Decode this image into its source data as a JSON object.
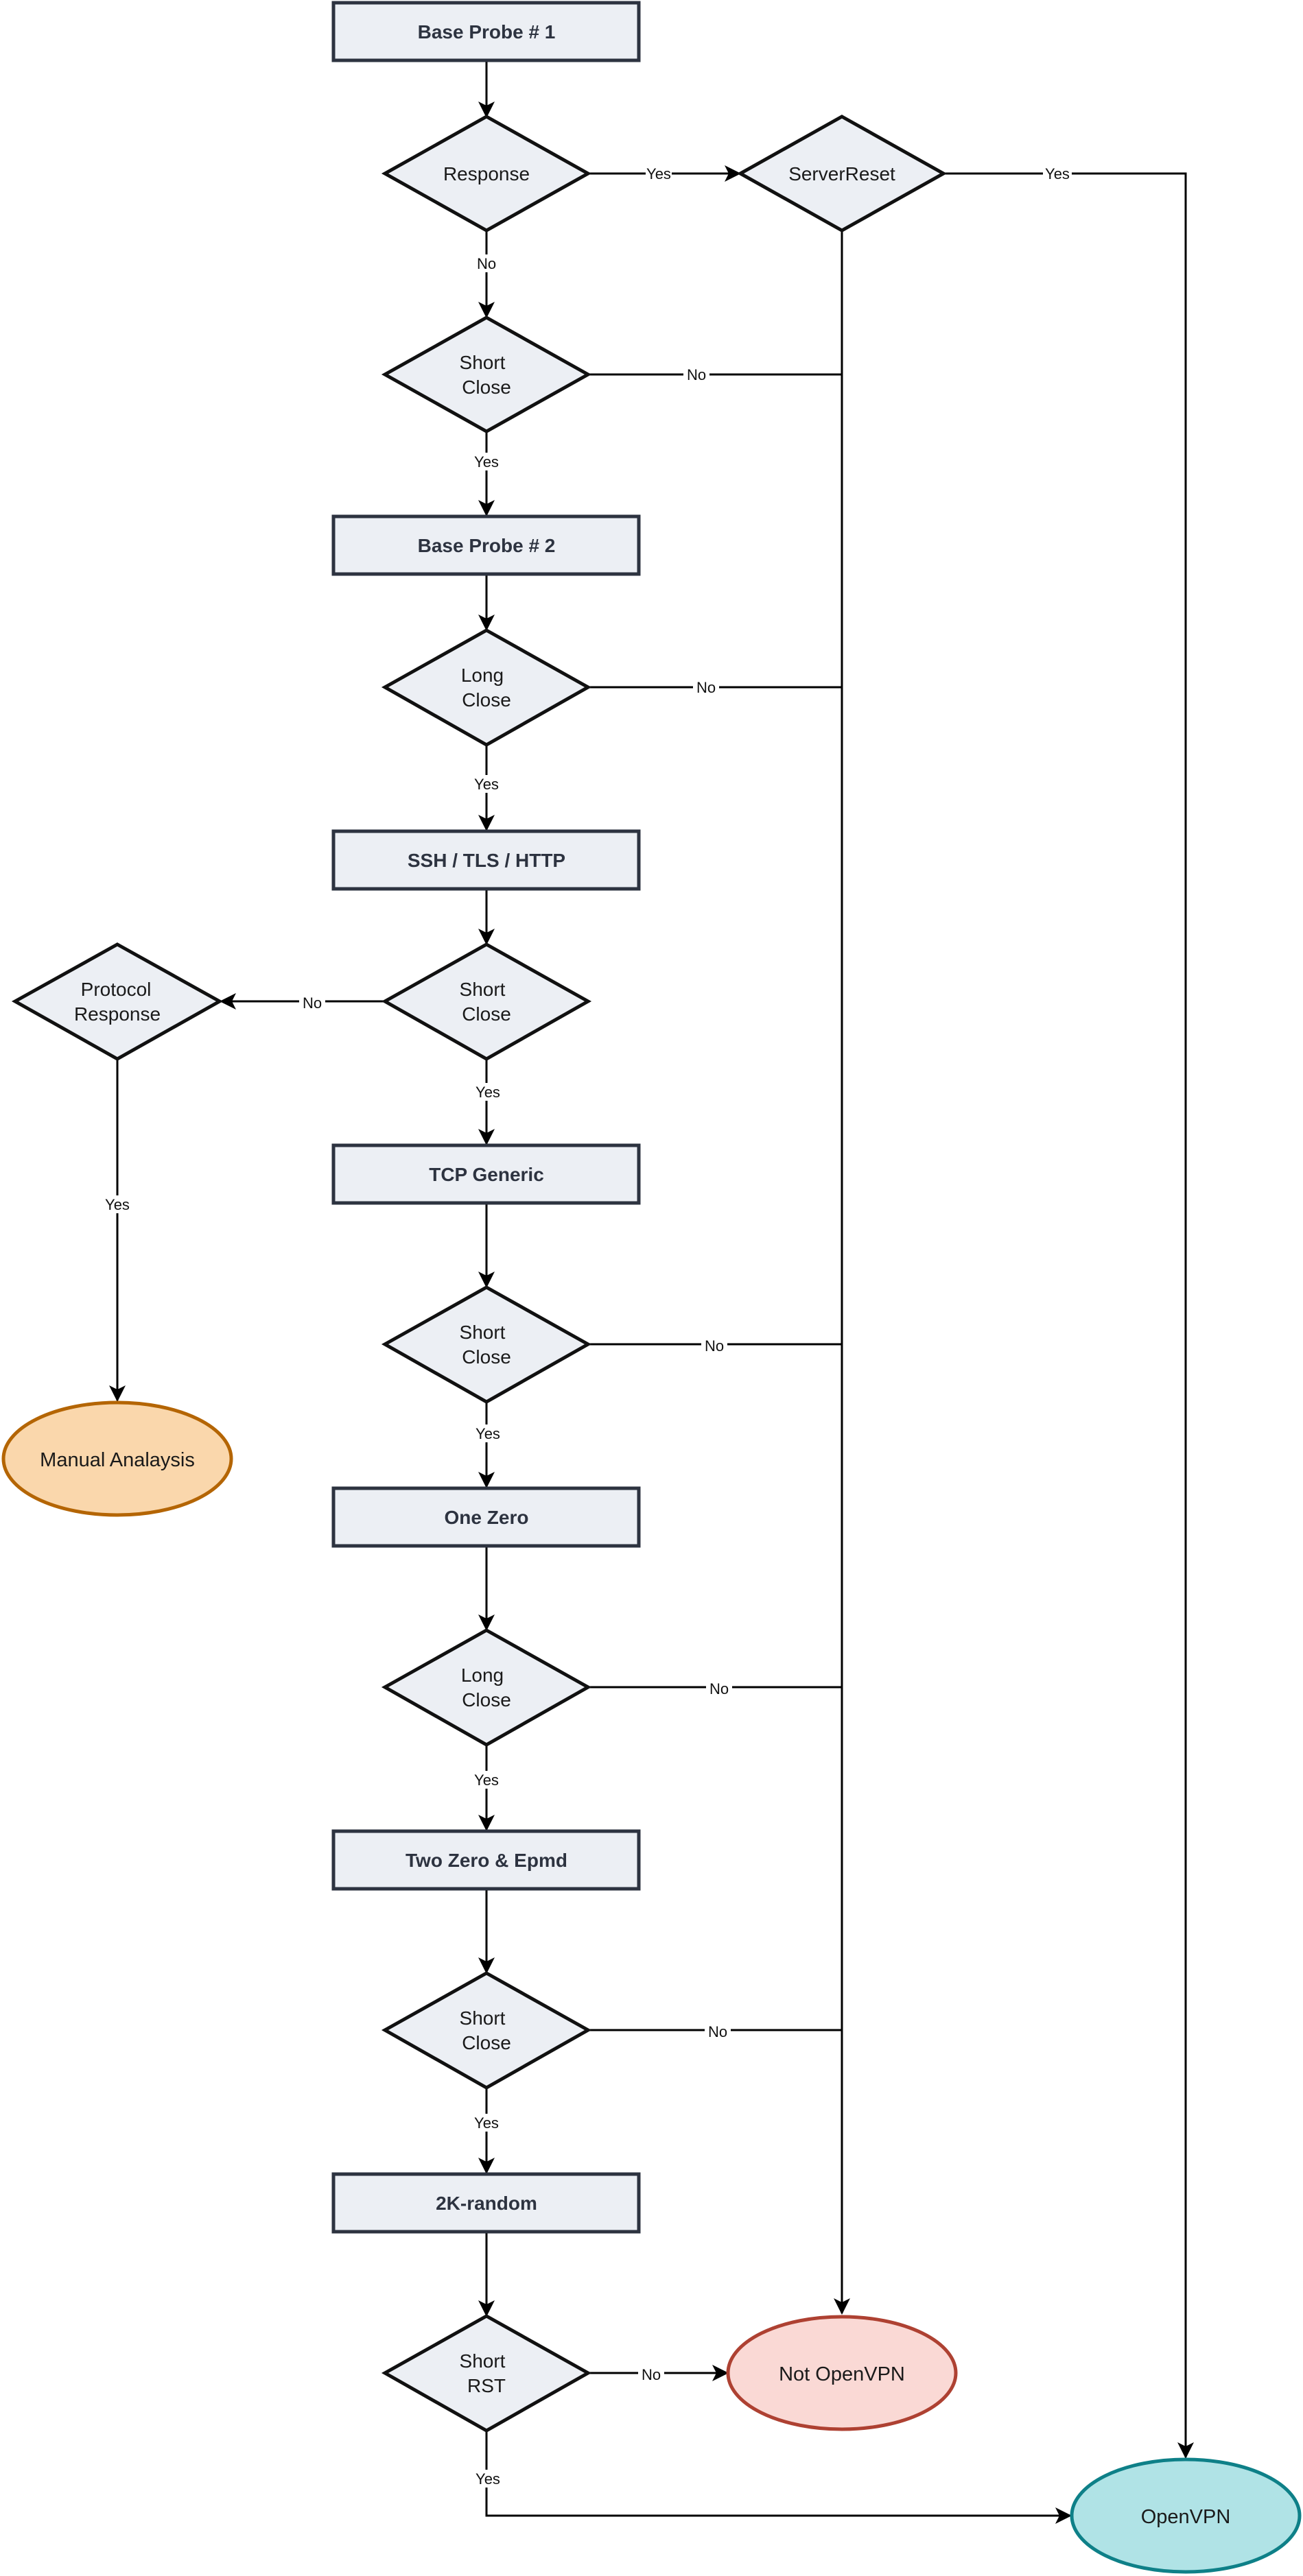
{
  "colors": {
    "box_fill": "#eceff4",
    "box_stroke": "#2d3340",
    "diamond_fill": "#eceff4",
    "diamond_stroke": "#111111",
    "manual_fill": "#fad7ac",
    "manual_stroke": "#b46504",
    "not_openvpn_fill": "#fad9d5",
    "not_openvpn_stroke": "#ae4132",
    "openvpn_fill": "#b0e3e6",
    "openvpn_stroke": "#0e8088"
  },
  "nodes": {
    "base_probe_1": "Base Probe # 1",
    "response": "Response",
    "server_reset": "ServerReset",
    "short_close_1": [
      "Short",
      "Close"
    ],
    "base_probe_2": "Base Probe # 2",
    "long_close_1": [
      "Long",
      "Close"
    ],
    "ssh_tls_http": "SSH / TLS / HTTP",
    "short_close_2": [
      "Short",
      "Close"
    ],
    "protocol_response": [
      "Protocol",
      "Response"
    ],
    "tcp_generic": "TCP Generic",
    "short_close_3": [
      "Short",
      "Close"
    ],
    "manual_analysis": "Manual Analaysis",
    "one_zero": "One Zero",
    "long_close_2": [
      "Long",
      "Close"
    ],
    "two_zero_epmd": "Two Zero & Epmd",
    "short_close_4": [
      "Short",
      "Close"
    ],
    "two_k_random": "2K-random",
    "short_rst": [
      "Short",
      "RST"
    ],
    "not_openvpn": "Not OpenVPN",
    "openvpn": "OpenVPN"
  },
  "edges": {
    "response_yes": "Yes",
    "response_no": "No",
    "server_reset_yes": "Yes",
    "short_close_1_no": "No",
    "short_close_1_yes": "Yes",
    "long_close_1_no": "No",
    "long_close_1_yes": "Yes",
    "short_close_2_no": "No",
    "short_close_2_yes": "Yes",
    "protocol_response_yes": "Yes",
    "short_close_3_no": "No",
    "short_close_3_yes": "Yes",
    "long_close_2_no": "No",
    "long_close_2_yes": "Yes",
    "short_close_4_no": "No",
    "short_close_4_yes": "Yes",
    "short_rst_no": "No",
    "short_rst_yes": "Yes"
  }
}
